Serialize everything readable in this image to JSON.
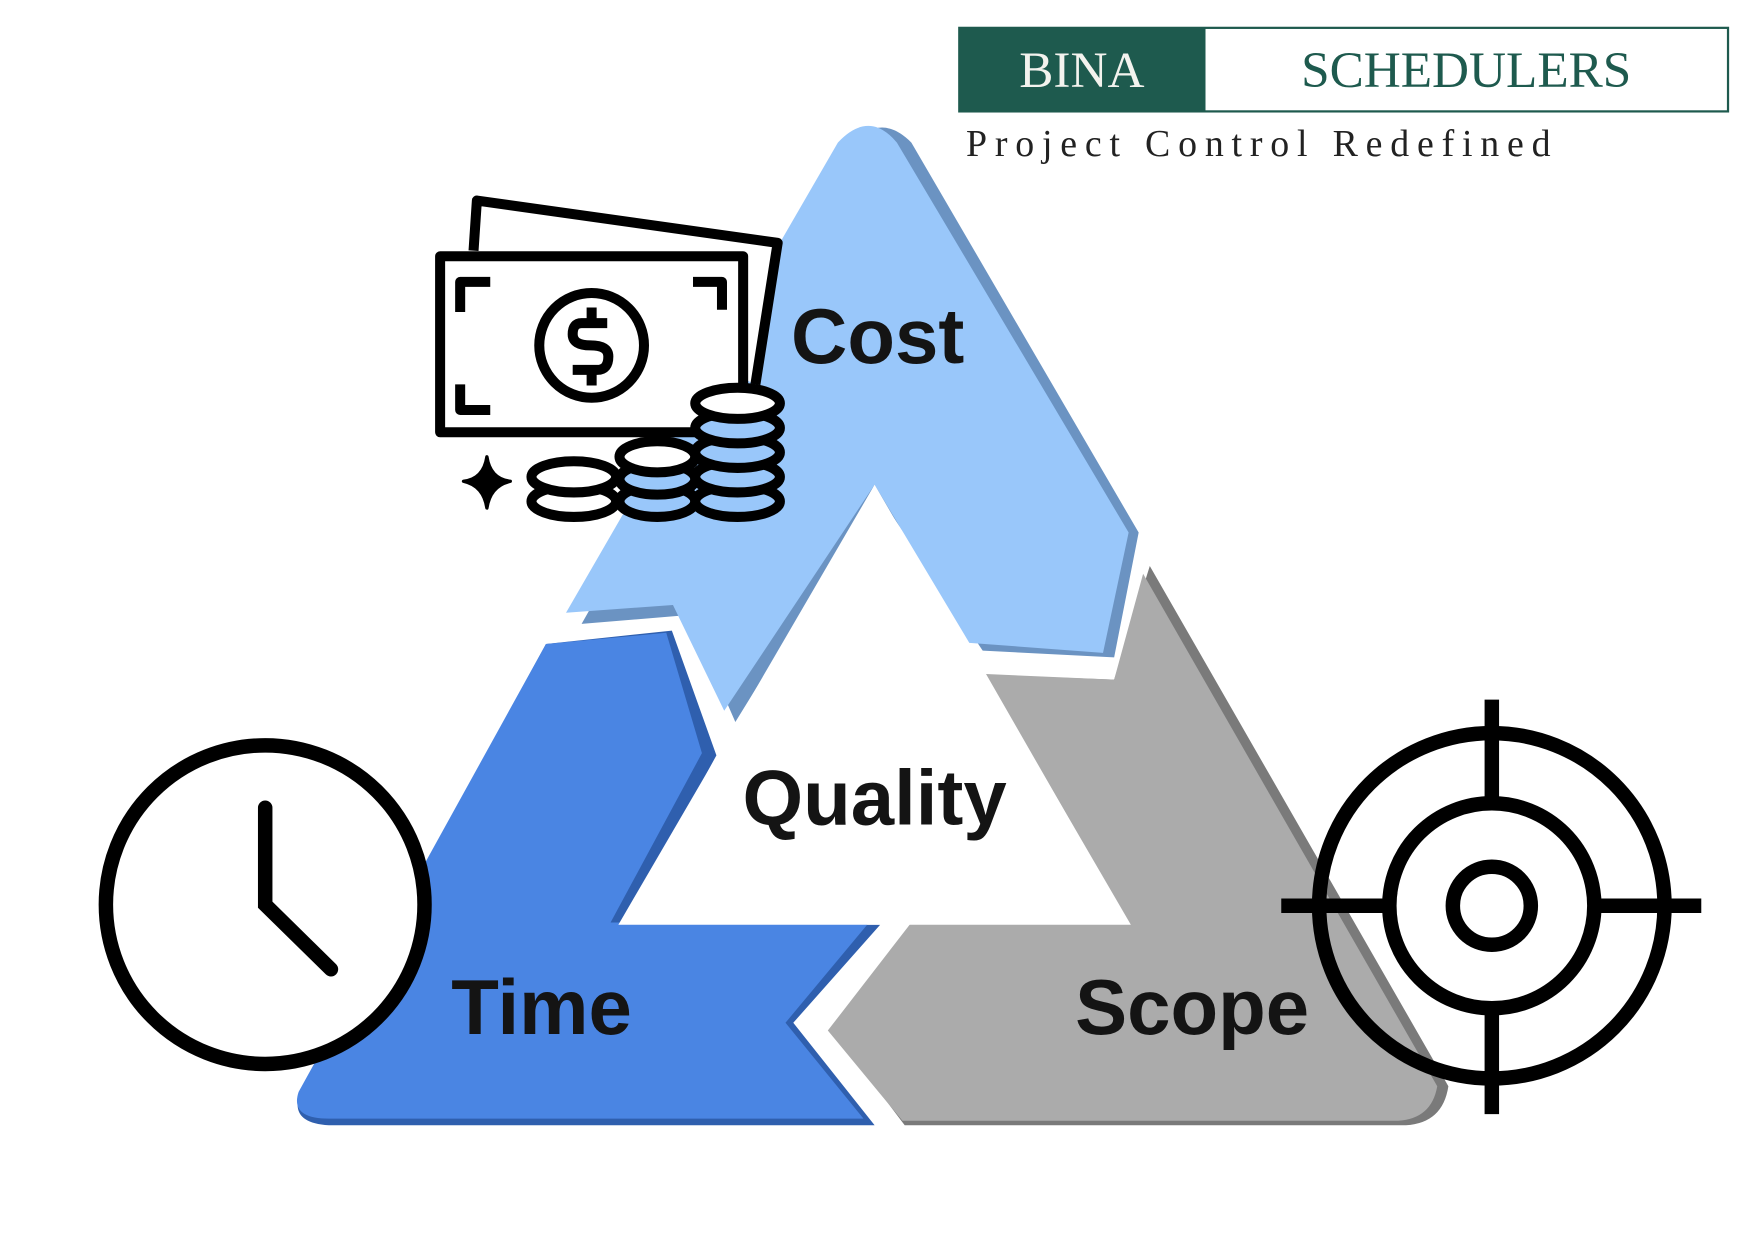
{
  "logo": {
    "word1": "BINA",
    "word2": "SCHEDULERS",
    "tagline": "Project Control Redefined",
    "brand_color": "#1e5a4e"
  },
  "diagram": {
    "segments": [
      {
        "label": "Cost",
        "color": "#99c7fa",
        "shadow": "#6b93c2",
        "icon": "money-icon"
      },
      {
        "label": "Time",
        "color": "#4a85e3",
        "shadow": "#2f5fae",
        "icon": "clock-icon"
      },
      {
        "label": "Scope",
        "color": "#ababab",
        "shadow": "#7a7a7a",
        "icon": "target-icon"
      }
    ],
    "center_label": "Quality"
  }
}
